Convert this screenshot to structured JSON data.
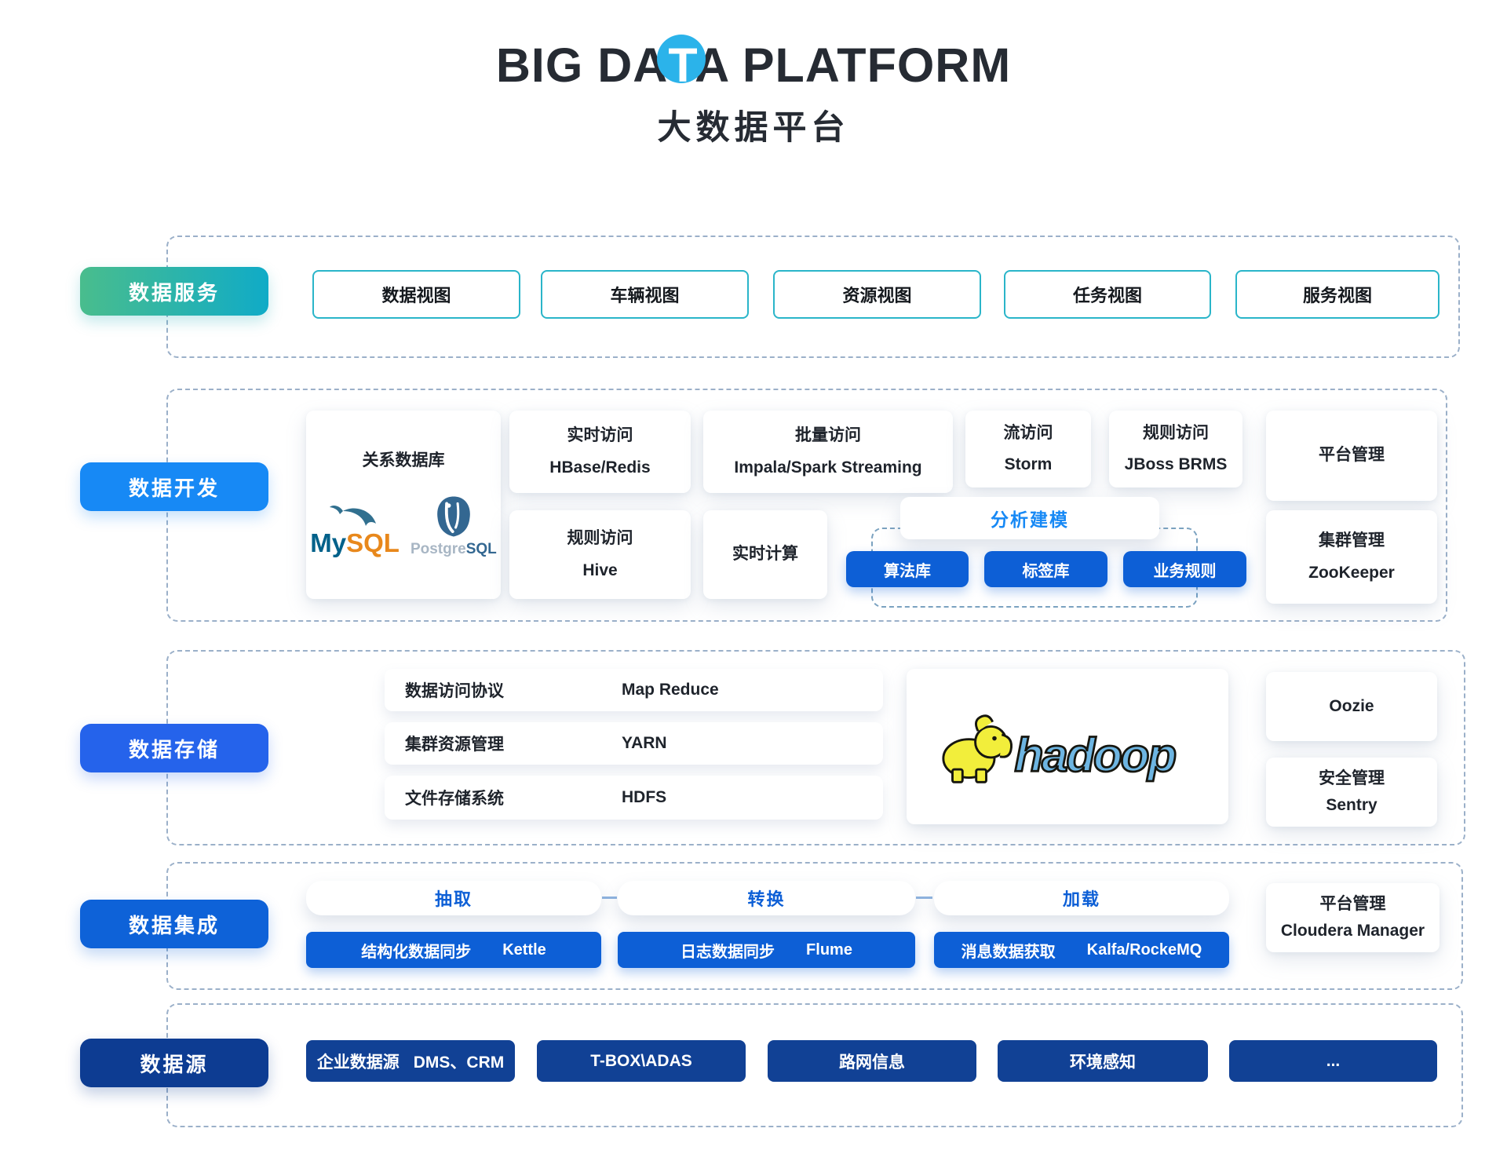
{
  "header": {
    "title_pre": "BIG DA",
    "title_t": "T",
    "title_post": "A PLATFORM",
    "subtitle": "大数据平台"
  },
  "colors": {
    "services_gradient_start": "#49BD8D",
    "services_gradient_end": "#10ABC7",
    "development_blue": "#1789F5",
    "storage_blue": "#2563EB",
    "integration_blue": "#0E62D8",
    "sources_navy": "#0D3C92",
    "pill_blue": "#0D5FD6",
    "teal_border": "#2AB5C9",
    "title_dot_cyan": "#2BB3EA",
    "dashed_border": "#9BB0C9"
  },
  "services": {
    "label": "数据服务",
    "items": [
      "数据视图",
      "车辆视图",
      "资源视图",
      "任务视图",
      "服务视图"
    ]
  },
  "development": {
    "label": "数据开发",
    "relational": {
      "title": "关系数据库",
      "mysql_part1": "My",
      "mysql_part2": "SQL",
      "postgres_part1": "Postgre",
      "postgres_part2": "SQL"
    },
    "cards": {
      "realtime_access": {
        "line1": "实时访问",
        "line2": "HBase/Redis"
      },
      "batch_access": {
        "line1": "批量访问",
        "line2": "Impala/Spark Streaming"
      },
      "stream_access": {
        "line1": "流访问",
        "line2": "Storm"
      },
      "rule_access_jboss": {
        "line1": "规则访问",
        "line2": "JBoss BRMS"
      },
      "platform_mgmt": {
        "line1": "平台管理"
      },
      "rule_access_hive": {
        "line1": "规则访问",
        "line2": "Hive"
      },
      "realtime_calc": {
        "line1": "实时计算"
      },
      "cluster_mgmt": {
        "line1": "集群管理",
        "line2": "ZooKeeper"
      }
    },
    "modeling": {
      "title": "分析建模",
      "pills": [
        "算法库",
        "标签库",
        "业务规则"
      ]
    }
  },
  "storage": {
    "label": "数据存储",
    "stack": [
      {
        "name": "数据访问协议",
        "tech": "Map Reduce"
      },
      {
        "name": "集群资源管理",
        "tech": "YARN"
      },
      {
        "name": "文件存储系统",
        "tech": "HDFS"
      }
    ],
    "hadoop_logo_text": "hadoop",
    "oozie": "Oozie",
    "security": {
      "line1": "安全管理",
      "line2": "Sentry"
    }
  },
  "integration": {
    "label": "数据集成",
    "steps": [
      "抽取",
      "转换",
      "加载"
    ],
    "pills": [
      {
        "name": "结构化数据同步",
        "tech": "Kettle"
      },
      {
        "name": "日志数据同步",
        "tech": "Flume"
      },
      {
        "name": "消息数据获取",
        "tech": "Kalfa/RockeMQ"
      }
    ],
    "platform": {
      "line1": "平台管理",
      "line2": "Cloudera Manager"
    }
  },
  "sources": {
    "label": "数据源",
    "items": [
      {
        "name": "企业数据源",
        "tech": "DMS、CRM"
      },
      {
        "name": "T-BOX\\ADAS"
      },
      {
        "name": "路网信息"
      },
      {
        "name": "环境感知"
      },
      {
        "name": "..."
      }
    ]
  }
}
